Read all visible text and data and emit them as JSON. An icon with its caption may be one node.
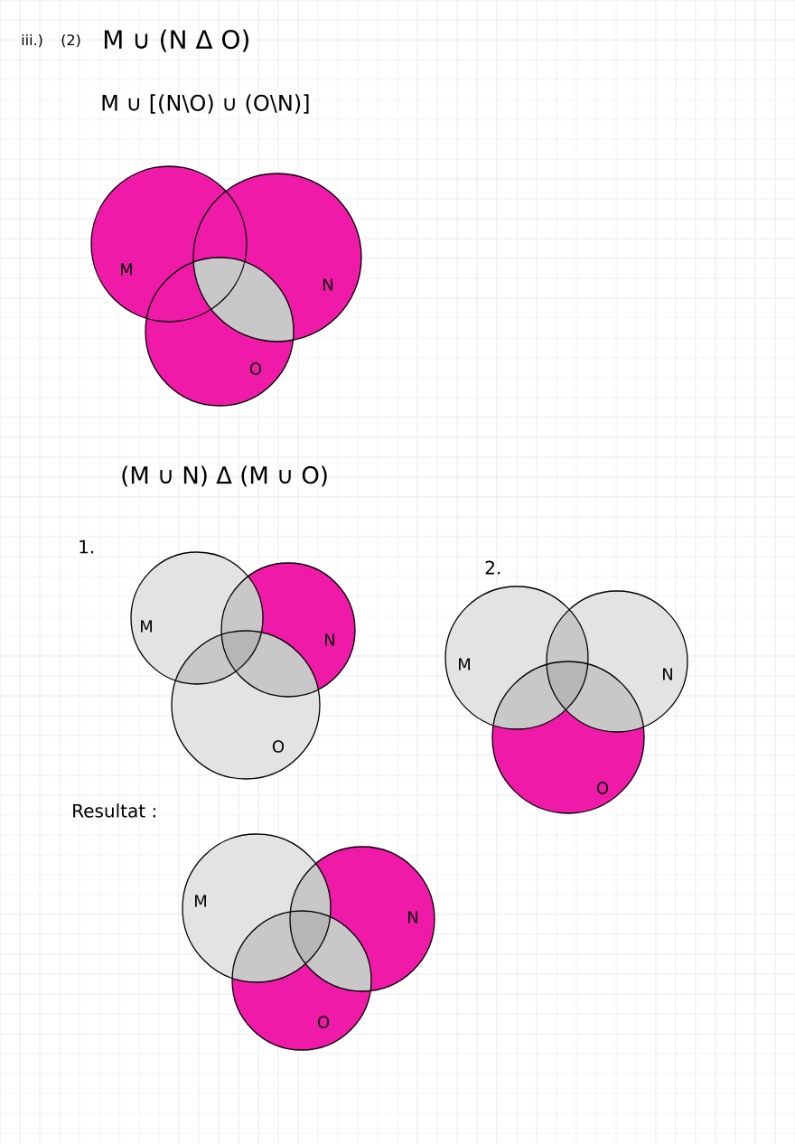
{
  "diagram": {
    "nodes": [
      {
        "text": [
          "M"
        ]
      },
      {
        "text": [
          "N"
        ]
      },
      {
        "text": [
          "O"
        ]
      },
      {
        "text": [
          "M"
        ]
      },
      {
        "text": [
          "N"
        ]
      },
      {
        "text": [
          "O"
        ]
      },
      {
        "text": [
          "M"
        ]
      },
      {
        "text": [
          "N"
        ]
      },
      {
        "text": [
          "O"
        ]
      },
      {
        "text": [
          "M"
        ]
      },
      {
        "text": [
          "N"
        ]
      },
      {
        "text": [
          "O"
        ]
      }
    ],
    "labels": [
      "iii.)",
      "(2)",
      "M ∪ (N Δ O)",
      "M ∪ [(N\\O) ∪ (O\\N)]",
      "(M ∪ N) Δ (M ∪ O)",
      "1.",
      "2.",
      "Resultat :"
    ]
  }
}
